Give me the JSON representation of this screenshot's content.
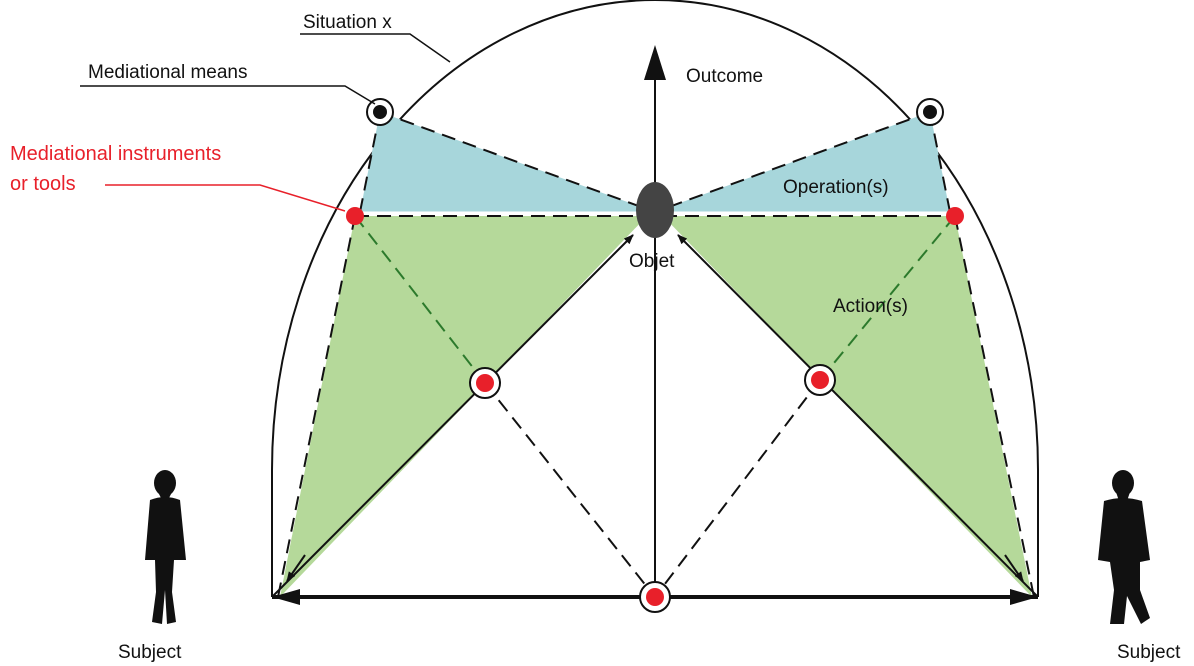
{
  "diagram": {
    "labels": {
      "situation": "Situation x",
      "mediational_means": "Mediational means",
      "instruments_line1": "Mediational instruments",
      "instruments_line2": "or tools",
      "outcome": "Outcome",
      "operations": "Operation(s)",
      "object": "Objet",
      "actions": "Action(s)",
      "subject_left": "Subject",
      "subject_right": "Subject"
    },
    "colors": {
      "operation_zone": "#a7d6db",
      "action_zone": "#b5d99a",
      "instrument_dot": "#e8202a",
      "means_dot": "#111111",
      "object_ellipse": "#444444",
      "instrument_label": "#e8202a"
    }
  }
}
